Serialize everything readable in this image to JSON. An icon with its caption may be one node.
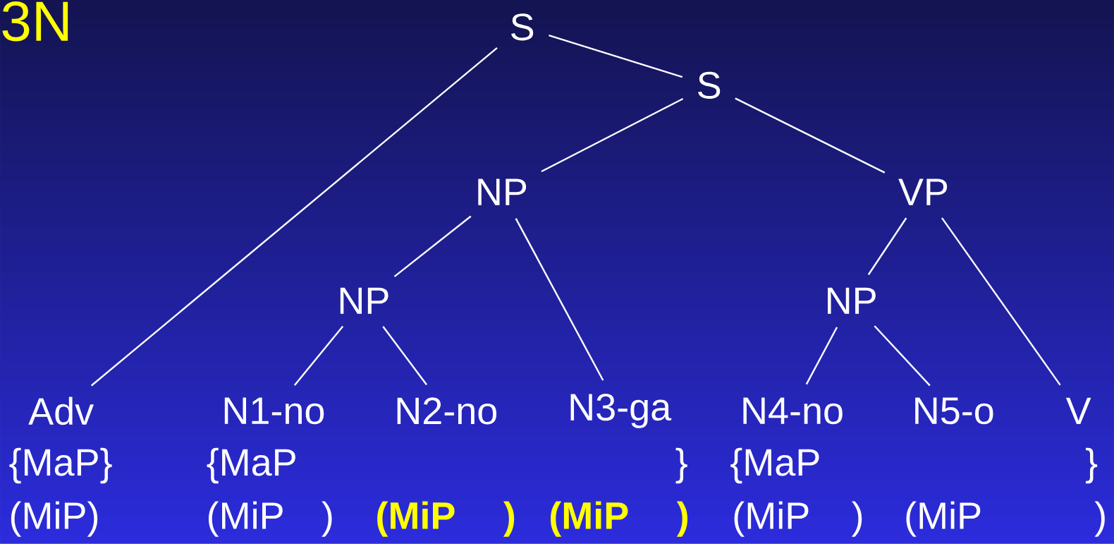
{
  "diagram": {
    "nodes": [
      {
        "text": [
          "S"
        ]
      },
      {
        "text": [
          "S"
        ]
      },
      {
        "text": [
          "NP"
        ]
      },
      {
        "text": [
          "VP"
        ]
      },
      {
        "text": [
          "NP"
        ]
      },
      {
        "text": [
          "NP"
        ]
      },
      {
        "text": [
          "Adv"
        ]
      },
      {
        "text": [
          "N1-no"
        ]
      },
      {
        "text": [
          "N2-no"
        ]
      },
      {
        "text": [
          "N3-ga"
        ]
      },
      {
        "text": [
          "N4-no"
        ]
      },
      {
        "text": [
          "N5-o"
        ]
      },
      {
        "text": [
          "V"
        ]
      }
    ],
    "edges": [
      {
        "from": 0,
        "to": 6,
        "arrow": "none"
      },
      {
        "from": 0,
        "to": 1,
        "arrow": "none"
      },
      {
        "from": 1,
        "to": 2,
        "arrow": "none"
      },
      {
        "from": 1,
        "to": 3,
        "arrow": "none"
      },
      {
        "from": 2,
        "to": 4,
        "arrow": "none"
      },
      {
        "from": 2,
        "to": 9,
        "arrow": "none"
      },
      {
        "from": 4,
        "to": 7,
        "arrow": "none"
      },
      {
        "from": 4,
        "to": 8,
        "arrow": "none"
      },
      {
        "from": 3,
        "to": 5,
        "arrow": "none"
      },
      {
        "from": 3,
        "to": 12,
        "arrow": "none"
      },
      {
        "from": 5,
        "to": 10,
        "arrow": "none"
      },
      {
        "from": 5,
        "to": 11,
        "arrow": "none"
      }
    ],
    "labels": [
      "3N",
      "{MaP}",
      "{MaP",
      "}",
      "{MaP",
      "}",
      "(MiP)",
      "(MiP",
      ")",
      "(MiP",
      ")",
      "(MiP",
      ")",
      "(MiP",
      ")",
      "(MiP",
      ")"
    ]
  }
}
